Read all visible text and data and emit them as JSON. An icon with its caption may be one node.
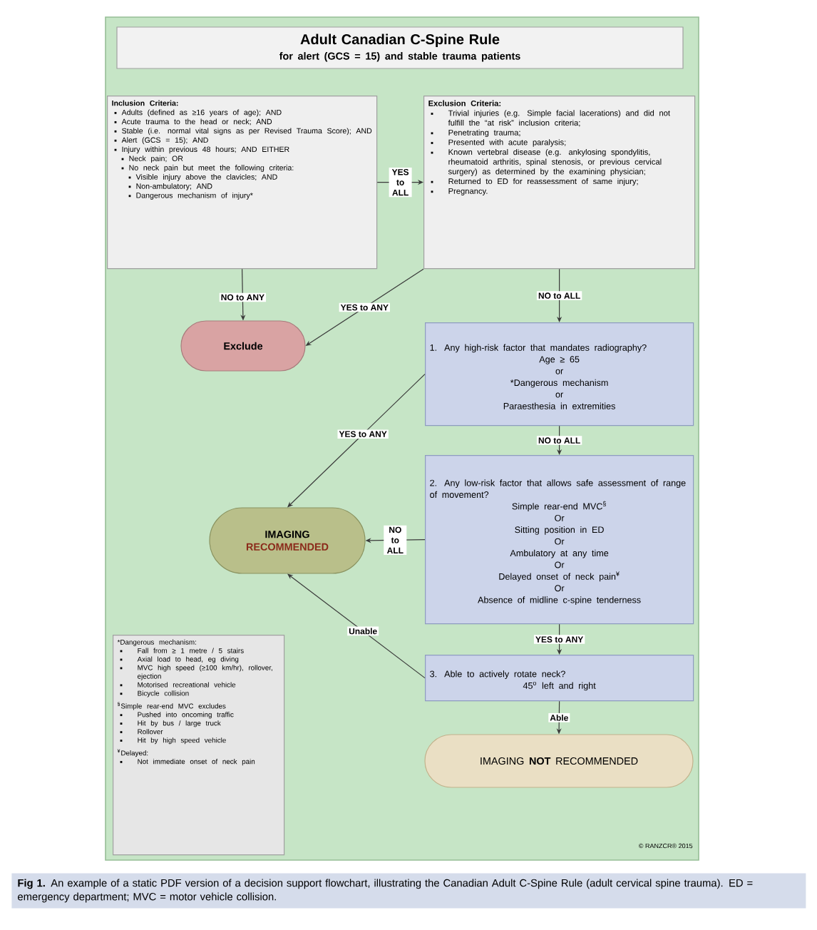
{
  "diagram": {
    "caption": "**Fig 1.** An example of a static PDF version of a decision support flowchart, illustrating the Canadian Adult C-Spine Rule (adult cervical spine trauma). ED = emergency department; MVC = motor vehicle collision.",
    "nodes": [
      {
        "text": [
          "Adult Canadian C-Spine Rule",
          "for alert (GCS = 15) and stable trauma patients"
        ]
      },
      {
        "text": [
          "Inclusion Criteria:",
          "Adults (defined as ≥16 years of age); AND",
          "Acute trauma to the head or neck; AND",
          "Stable (i.e. normal vital signs as per Revised Trauma Score); AND",
          "Alert (GCS = 15); AND",
          "Injury within previous 48 hours; AND EITHER",
          "Neck pain; OR",
          "No neck pain but meet the following criteria:",
          "Visible injury above the clavicles; AND",
          "Non-ambulatory; AND",
          "Dangerous mechanism of injury*"
        ]
      },
      {
        "text": [
          "Exclusion Criteria:",
          "Trivial injuries (e.g. Simple facial lacerations) and did not fulfill the “at risk” inclusion criteria;",
          "Penetrating trauma;",
          "Presented with acute paralysis;",
          "Known vertebral disease (e.g. ankylosing spondylitis, rheumatoid arthritis, spinal stenosis, or previous cervical surgery) as determined by the examining physician;",
          "Returned to ED for reassessment of same injury;",
          "Pregnancy."
        ]
      },
      {
        "text": [
          "Exclude"
        ]
      },
      {
        "text": [
          "1. Any high-risk factor that mandates radiography?",
          "Age ≥ 65",
          "or",
          "*Dangerous mechanism",
          "or",
          "Paraesthesia in extremities"
        ]
      },
      {
        "text": [
          "2. Any low-risk factor that allows safe assessment of range of movement?",
          "Simple rear-end MVC$^{§}$",
          "Or",
          "Sitting position in ED",
          "Or",
          "Ambulatory at any time",
          "Or",
          "Delayed onset of neck pain$^{¥}$",
          "Or",
          "Absence of midline c-spine tenderness"
        ]
      },
      {
        "text": [
          "IMAGING",
          "RECOMMENDED"
        ]
      },
      {
        "text": [
          "3. Able to actively rotate neck?",
          "45$^{o}$ left and right"
        ]
      },
      {
        "text": [
          "IMAGING **NOT** RECOMMENDED"
        ]
      },
      {
        "text": [
          "*Dangerous mechanism:",
          "Fall from ≥ 1 metre / 5 stairs",
          "Axial load to head, eg diving",
          "MVC high speed (≥100 km/hr), rollover, ejection",
          "Motorised recreational vehicle",
          "Bicycle collision",
          "$^{§}$Simple rear-end MVC excludes",
          "Pushed into oncoming traffic",
          "Hit by bus / large truck",
          "Rollover",
          "Hit by high speed vehicle",
          "$^{¥}$Delayed:",
          "Not immediate onset of neck pain"
        ]
      }
    ],
    "edges": [
      {
        "from": 1,
        "to": 2,
        "arrow": "to",
        "label": "YES to ALL"
      },
      {
        "from": 1,
        "to": 3,
        "arrow": "to",
        "label": "NO to ANY"
      },
      {
        "from": 2,
        "to": 3,
        "arrow": "to",
        "label": "YES to ANY"
      },
      {
        "from": 2,
        "to": 4,
        "arrow": "to",
        "label": "NO to ALL"
      },
      {
        "from": 4,
        "to": 6,
        "arrow": "to",
        "label": "YES to ANY"
      },
      {
        "from": 4,
        "to": 5,
        "arrow": "to",
        "label": "NO to ALL"
      },
      {
        "from": 5,
        "to": 6,
        "arrow": "to",
        "label": "NO to ALL"
      },
      {
        "from": 5,
        "to": 7,
        "arrow": "to",
        "label": "YES to ANY"
      },
      {
        "from": 7,
        "to": 6,
        "arrow": "to",
        "label": "Unable"
      },
      {
        "from": 7,
        "to": 8,
        "arrow": "to",
        "label": "Able"
      }
    ],
    "labels": [
      "© RANZCR® 2015"
    ]
  }
}
